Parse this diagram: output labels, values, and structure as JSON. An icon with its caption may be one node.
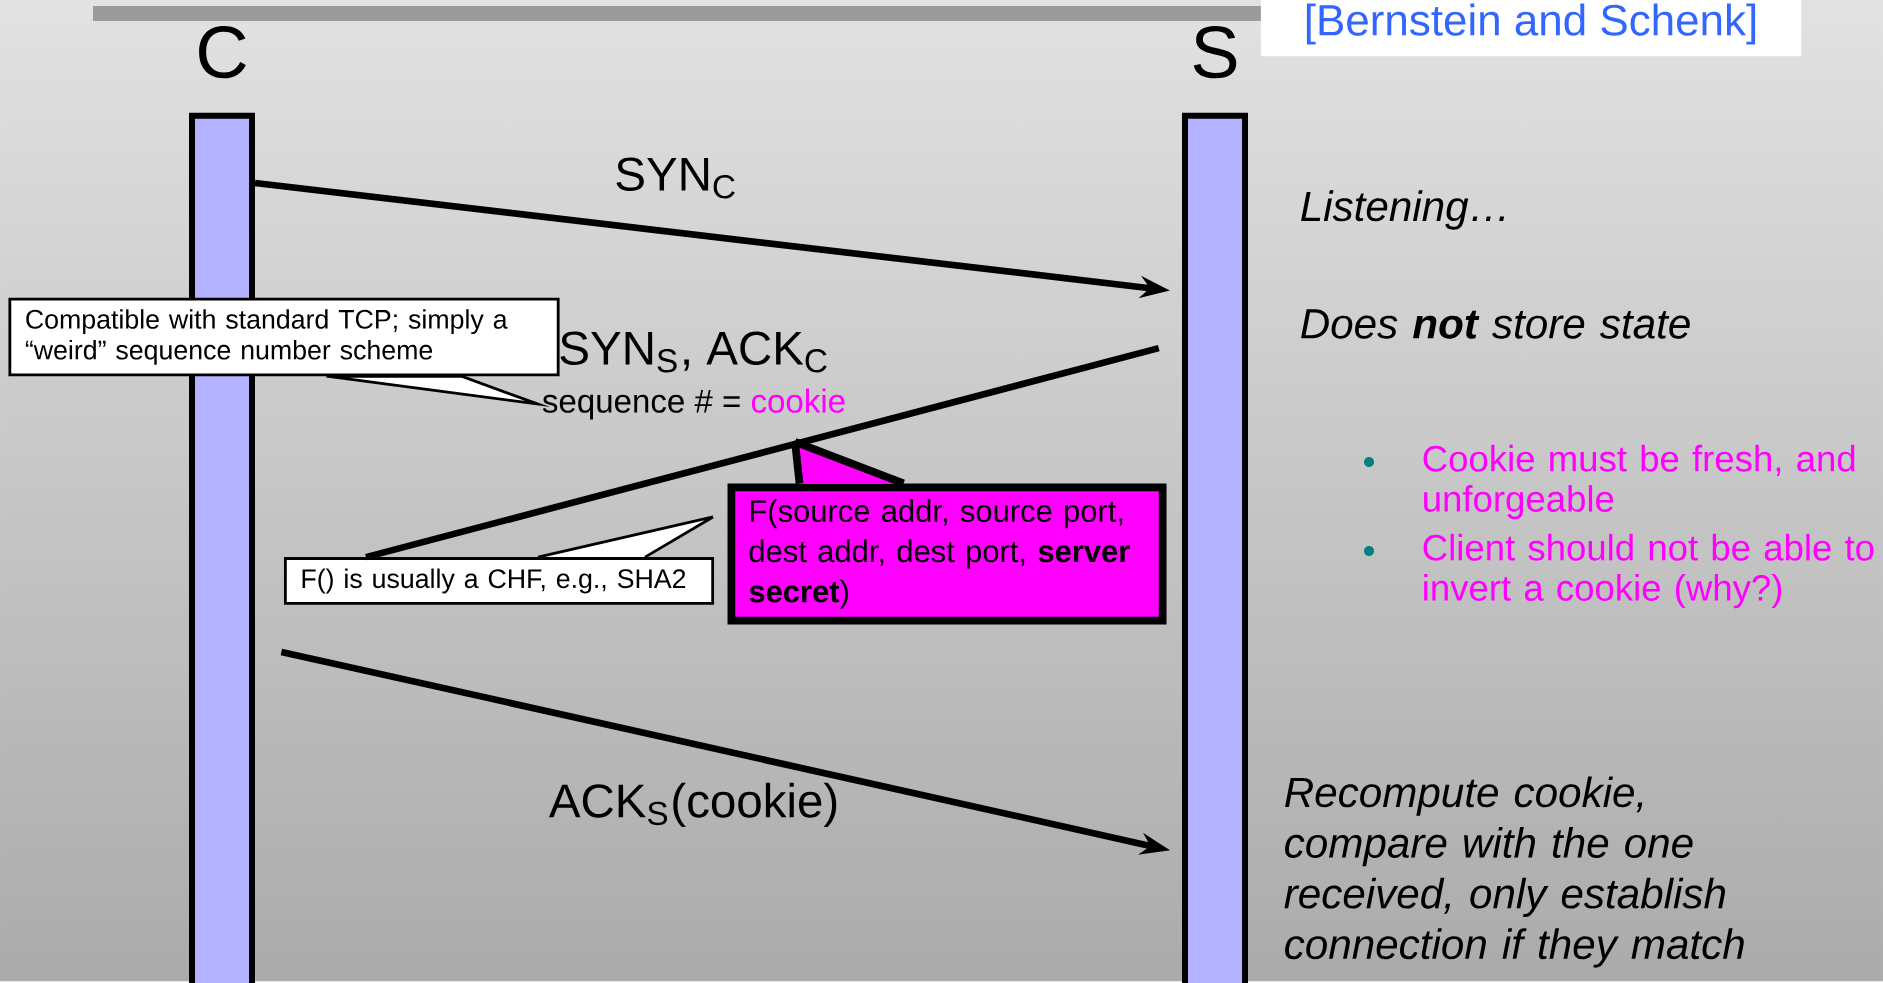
{
  "diagram": {
    "nodes": [
      {
        "text": [
          "C"
        ]
      },
      {
        "text": [
          "S"
        ]
      },
      {
        "text": [
          "[Bernstein and Schenk]"
        ]
      },
      {
        "text": [
          "Compatible with standard TCP; simply a “weird” sequence number scheme"
        ]
      },
      {
        "text": [
          "sequence # =",
          "cookie"
        ]
      },
      {
        "text": [
          "F() is usually a CHF, e.g., SHA2"
        ]
      },
      {
        "text": [
          "F(source addr, source port, dest addr, dest port, **server secret**)"
        ]
      }
    ],
    "edges": [
      {
        "from": 0,
        "to": 1,
        "arrow": "to",
        "label": "SYN$_{C}$"
      },
      {
        "from": 1,
        "to": 5,
        "arrow": "none",
        "label": "SYN$_{S}$, ACK$_{C}$"
      },
      {
        "from": 0,
        "to": 1,
        "arrow": "to",
        "label": "ACK$_{S}$(cookie)"
      },
      {
        "from": 3,
        "to": 4,
        "arrow": "none"
      },
      {
        "from": 5,
        "to": null,
        "arrow": "none"
      },
      {
        "from": 6,
        "to": null,
        "arrow": "none"
      }
    ],
    "labels": [
      "Listening…",
      "Does **not** store state",
      "Cookie must be fresh, and unforgeable",
      "Client should not be able to invert a cookie (why?)",
      "Recompute cookie, compare with the one received, only establish connection if they match"
    ]
  }
}
